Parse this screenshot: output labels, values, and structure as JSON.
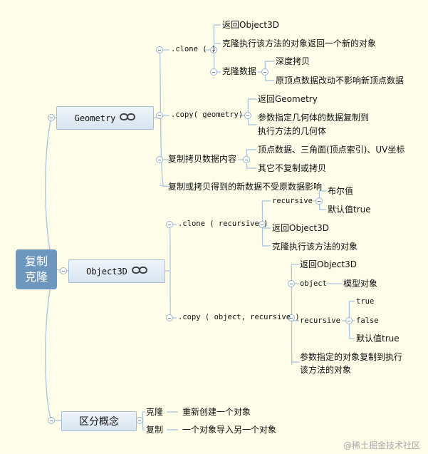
{
  "root": {
    "line1": "复制",
    "line2": "克隆"
  },
  "geometry": {
    "title": "Geometry",
    "clone": {
      "label": ".clone ( )",
      "return": "返回Object3D",
      "desc": "克隆执行该方法的对象返回一个新的对象",
      "data": {
        "label": "克隆数据",
        "deep": "深度拷贝",
        "note": "原顶点数据改动不影响新顶点数据"
      }
    },
    "copy": {
      "label": ".copy( geometry)",
      "return": "返回Geometry",
      "desc_line1": "参数指定几何体的数据复制到",
      "desc_line2": "执行方法的几何体"
    },
    "content": {
      "label": "复制拷贝数据内容",
      "vertex": "顶点数据、三角面(顶点索引)、UV坐标",
      "other": "其它不复制或拷贝"
    },
    "note": "复制或拷贝得到的新数据不受原数据影响"
  },
  "object3d": {
    "title": "Object3D",
    "clone": {
      "label": ".clone ( recursive )",
      "recursive": {
        "label": "recursive",
        "type": "布尔值",
        "default": "默认值true"
      },
      "return": "返回Object3D",
      "desc": "克隆执行该方法的对象"
    },
    "copy": {
      "label": ".copy ( object, recursive )",
      "return": "返回Object3D",
      "object": {
        "label": "object",
        "desc": "模型对象"
      },
      "recursive": {
        "label": "recursive",
        "v_true": "true",
        "v_false": "false",
        "default": "默认值true"
      },
      "desc_line1": "参数指定的对象复制到执行",
      "desc_line2": "该方法的对象"
    }
  },
  "concepts": {
    "title": "区分概念",
    "clone": {
      "label": "克隆",
      "desc": "重新创建一个对象"
    },
    "copy": {
      "label": "复制",
      "desc": "一个对象导入另一个对象"
    }
  },
  "watermark": "@稀土掘金技术社区"
}
